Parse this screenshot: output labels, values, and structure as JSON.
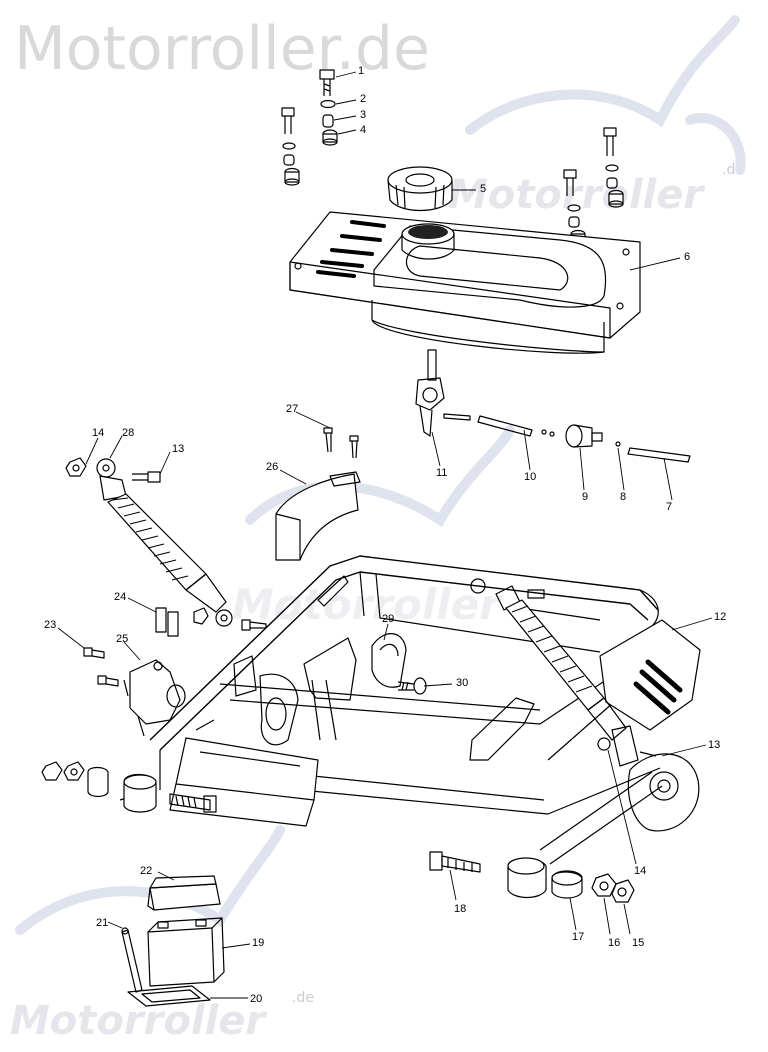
{
  "watermark": {
    "main": "Motorroller.de",
    "right": "Motorroller",
    "right_suffix": ".de",
    "center": "Motorroller",
    "bottom": "Motorroller",
    "bottom_suffix": ".de"
  },
  "callouts": [
    "1",
    "2",
    "3",
    "4",
    "5",
    "6",
    "7",
    "8",
    "9",
    "10",
    "11",
    "12",
    "13",
    "13",
    "14",
    "14",
    "15",
    "16",
    "17",
    "18",
    "19",
    "20",
    "21",
    "22",
    "23",
    "24",
    "25",
    "26",
    "27",
    "28",
    "29",
    "30"
  ],
  "colors": {
    "line": "#000000",
    "watermark_text": "#d9d9d9",
    "watermark_logo": "#dfe3ee"
  }
}
